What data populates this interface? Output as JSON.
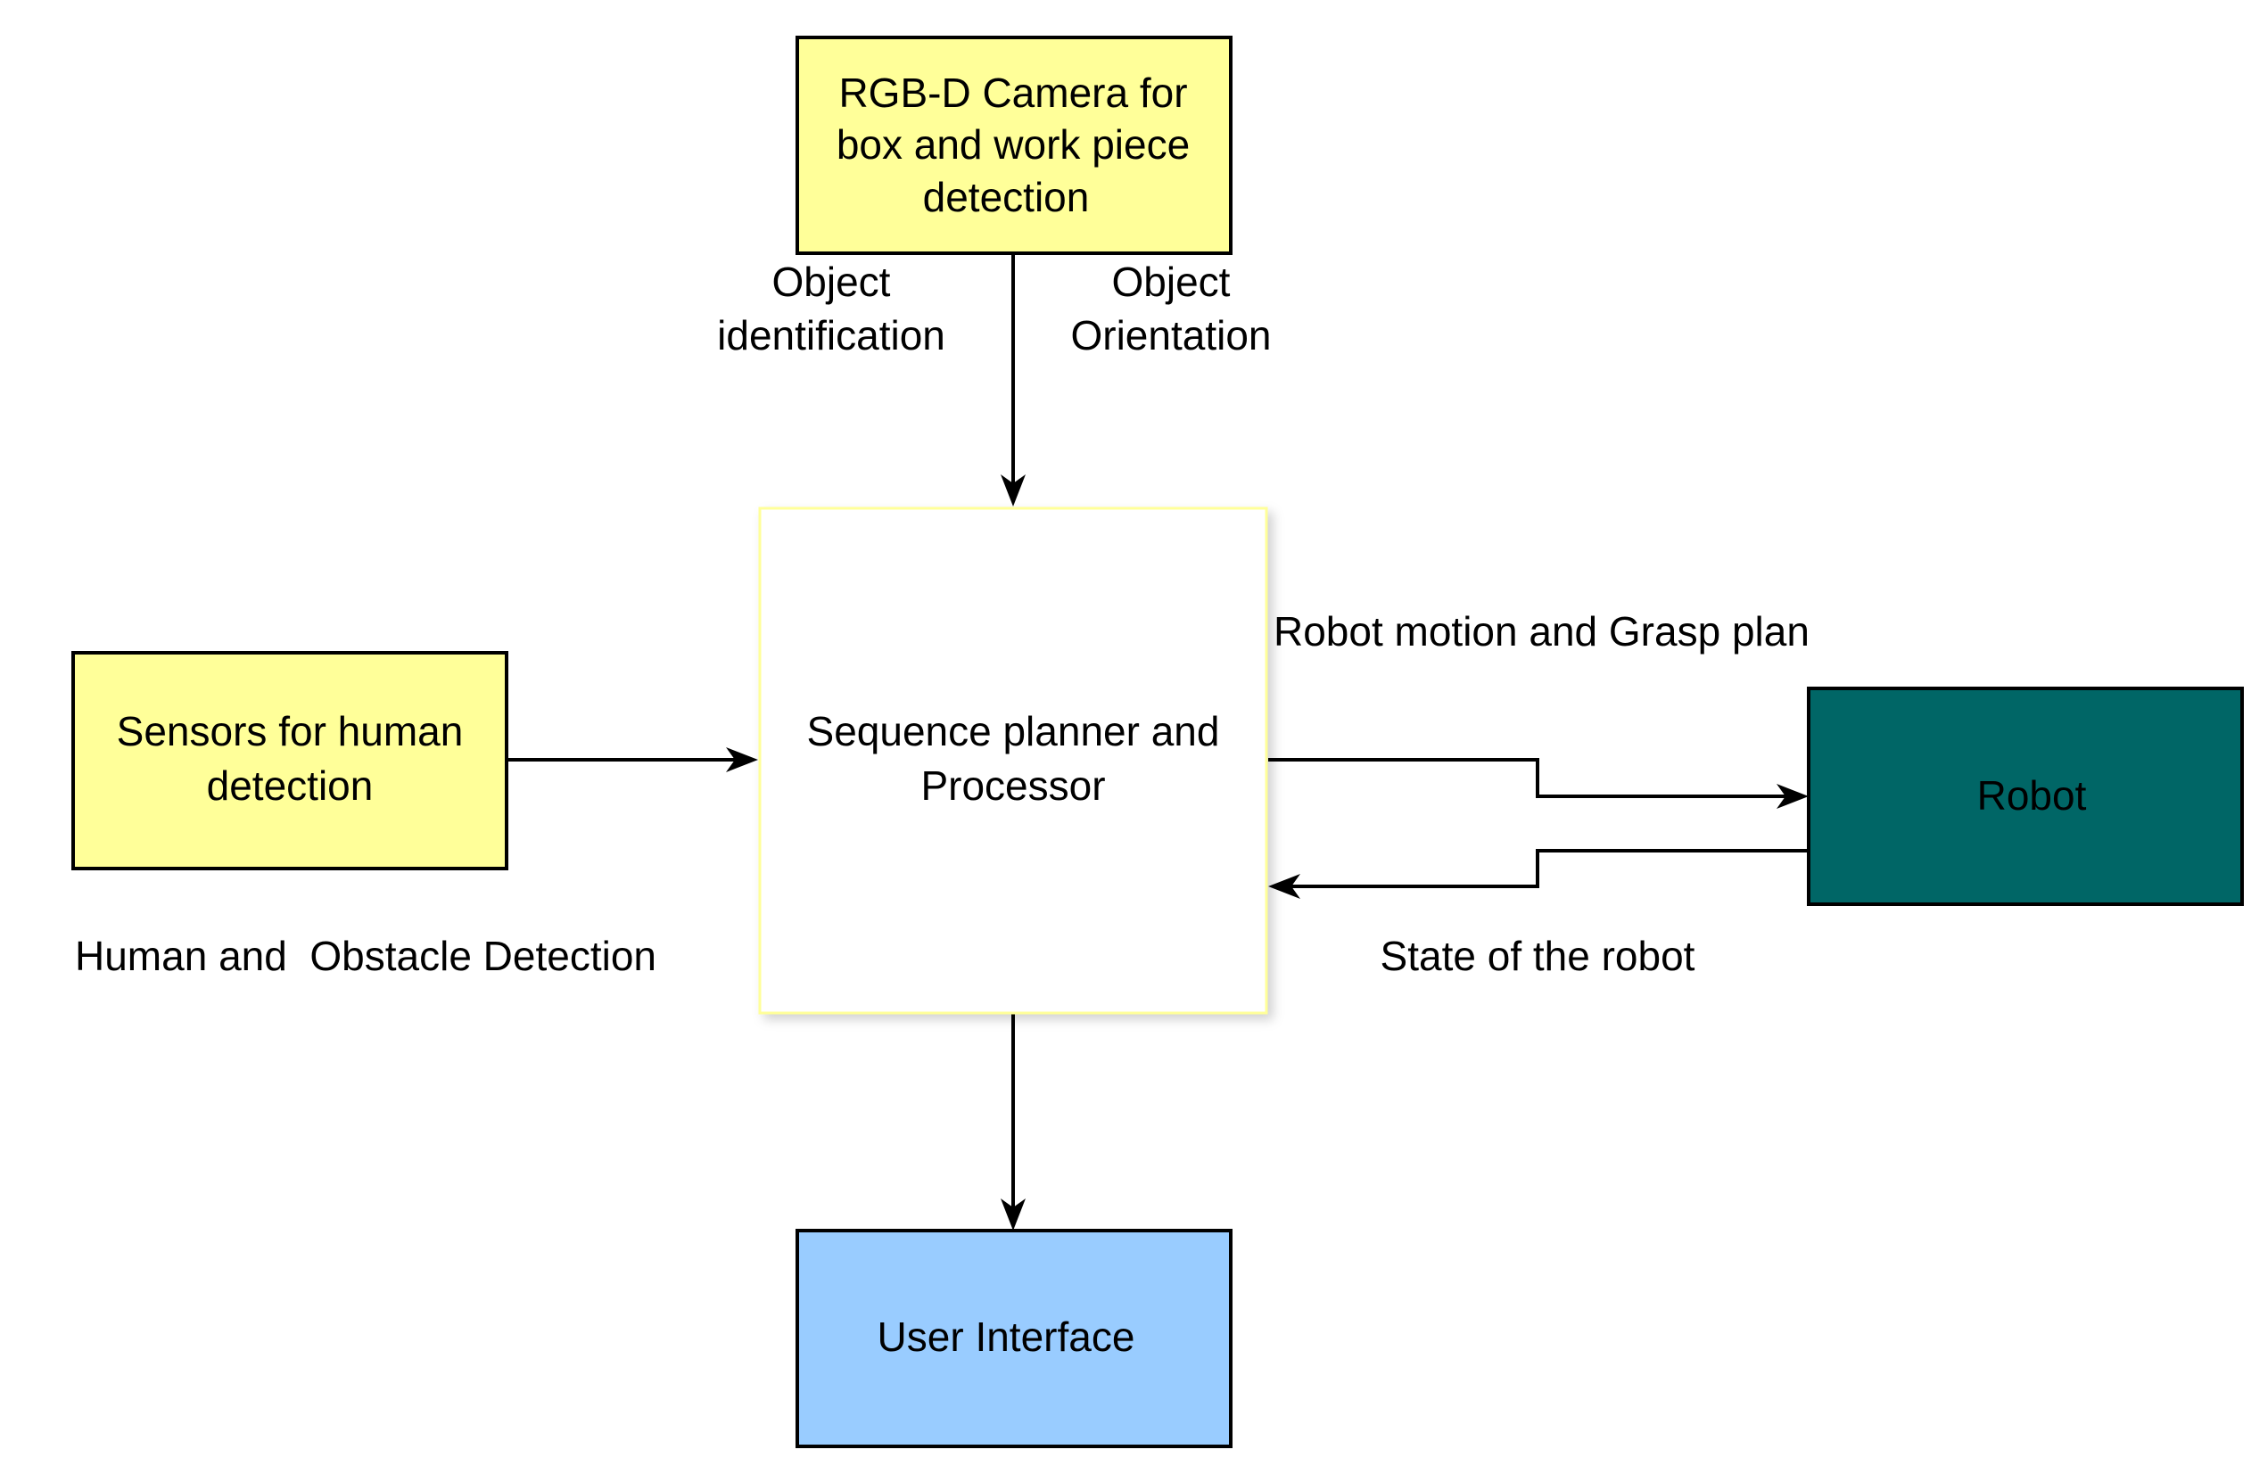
{
  "nodes": {
    "camera": {
      "lines": [
        "RGB-D Camera for",
        "box and work piece",
        "detection"
      ],
      "fill": "#ffff99",
      "stroke": "#000000"
    },
    "processor": {
      "lines": [
        "Sequence planner and",
        "Processor"
      ],
      "fill": "#ffffff",
      "stroke": "#ffff99"
    },
    "sensors": {
      "lines": [
        "Sensors for human",
        "detection"
      ],
      "fill": "#ffff99",
      "stroke": "#000000"
    },
    "robot": {
      "label": "Robot",
      "fill": "#006666",
      "stroke": "#000000"
    },
    "ui": {
      "label": "User Interface",
      "fill": "#99ccff",
      "stroke": "#000000"
    }
  },
  "edge_labels": {
    "object_identification": [
      "Object",
      "identification"
    ],
    "object_orientation": [
      "Object",
      "Orientation"
    ],
    "motion_plan": "Robot motion and Grasp plan",
    "robot_state": "State of the robot",
    "human_obstacle": "Human and  Obstacle Detection"
  }
}
